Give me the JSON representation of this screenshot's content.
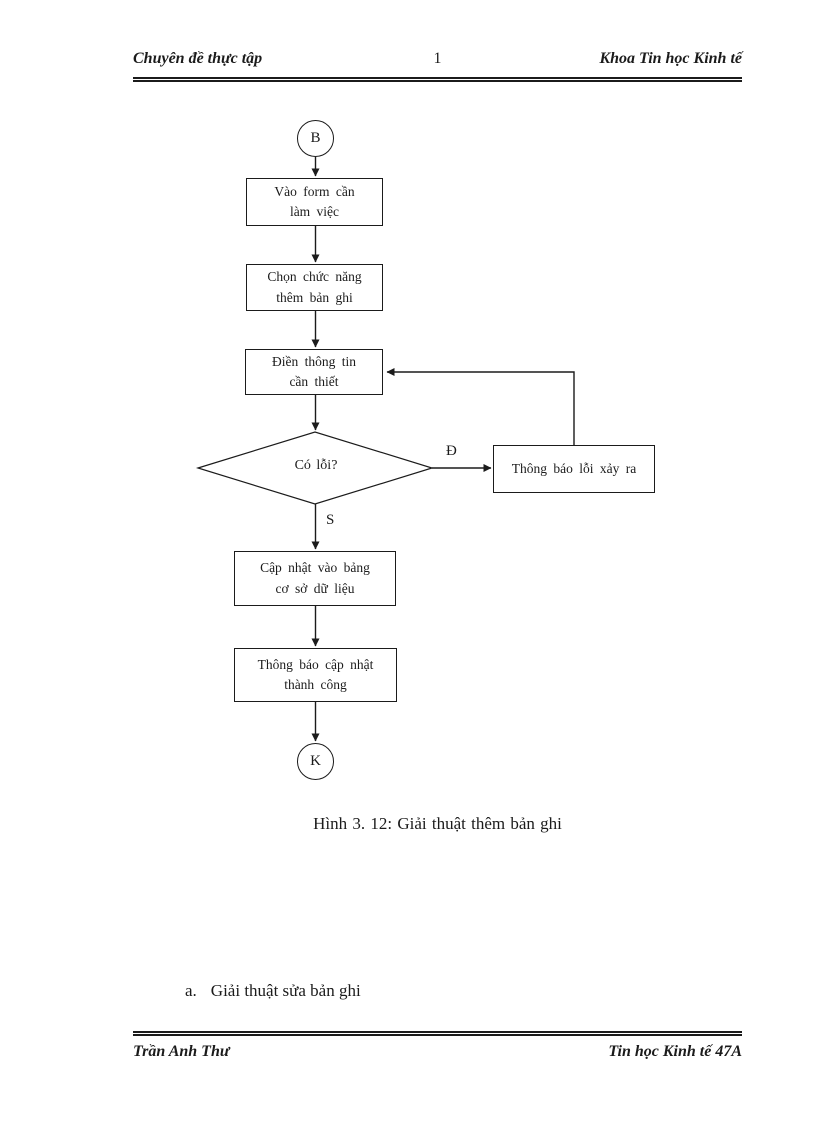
{
  "header": {
    "left": "Chuyên đề thực tập",
    "page_number": "1",
    "right": "Khoa Tin học Kinh tế"
  },
  "flowchart": {
    "start_label": "B",
    "box_enter_form": "Vào form cần\nlàm việc",
    "box_choose_function": "Chọn chức năng\nthêm bản ghi",
    "box_fill_info": "Điền thông tin\ncần thiết",
    "decision_label": "Có lỗi?",
    "label_yes": "Đ",
    "label_no": "S",
    "box_error": "Thông báo lỗi xảy ra",
    "box_update": "Cập nhật vào bảng\ncơ sở dữ liệu",
    "box_success": "Thông báo cập nhật\nthành công",
    "end_label": "K"
  },
  "caption": "Hình 3. 12: Giải thuật thêm bản ghi",
  "section": {
    "marker": "a.",
    "title": "Giải thuật sửa bản ghi"
  },
  "footer": {
    "left": "Trần Anh Thư",
    "right": "Tin học Kinh tế 47A"
  },
  "colors": {
    "ink": "#1b1b1b",
    "background": "#ffffff"
  }
}
